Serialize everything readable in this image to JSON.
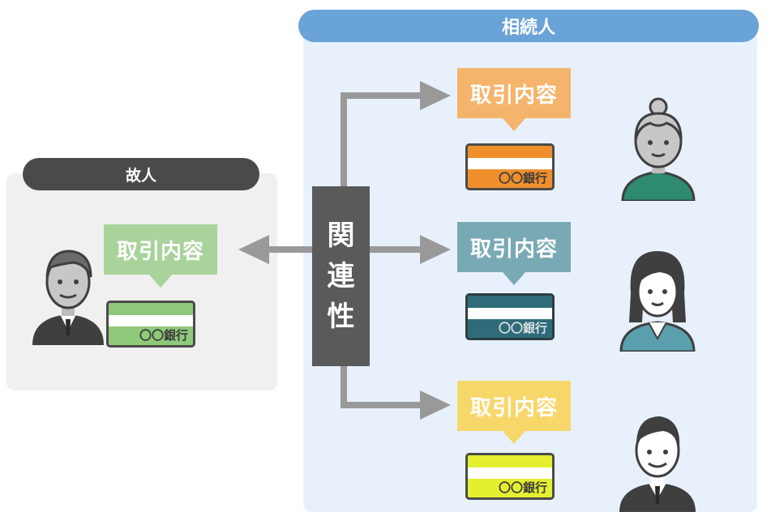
{
  "deceased": {
    "header": "故人",
    "transaction_label": "取引内容",
    "bank_label": "〇〇銀行",
    "colors": {
      "bubble": "#a9d39b",
      "card_fill": "#8fc97a",
      "card_border": "#4b4b4b"
    }
  },
  "heirs": {
    "header": "相続人",
    "items": [
      {
        "transaction_label": "取引内容",
        "bank_label": "〇〇銀行",
        "person": "elderly-woman",
        "colors": {
          "bubble": "#f5b46c",
          "card_fill": "#ef8f2c",
          "card_border": "#4b4b4b"
        }
      },
      {
        "transaction_label": "取引内容",
        "bank_label": "〇〇銀行",
        "person": "woman",
        "colors": {
          "bubble": "#79a9b4",
          "card_fill": "#2f6b78",
          "card_border": "#2c3e45"
        }
      },
      {
        "transaction_label": "取引内容",
        "bank_label": "〇〇銀行",
        "person": "man",
        "colors": {
          "bubble": "#f8d76a",
          "card_fill": "#e4ef30",
          "card_border": "#4b4b4b"
        }
      }
    ]
  },
  "relation": {
    "label_chars": [
      "関",
      "連",
      "性"
    ]
  },
  "colors": {
    "arrow": "#999999",
    "deceased_panel": "#f0f0f0",
    "heirs_panel": "#e8f1fb",
    "heirs_header": "#6aa3d8",
    "deceased_header": "#4a4a4a",
    "relation_box": "#5a5a5a"
  }
}
